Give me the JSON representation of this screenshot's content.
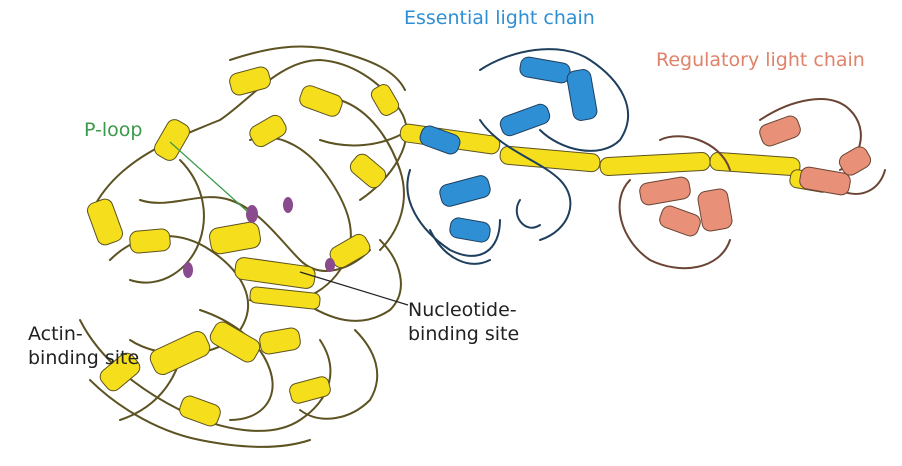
{
  "labels": {
    "essential_light_chain": "Essential light chain",
    "regulatory_light_chain": "Regulatory light chain",
    "p_loop": "P-loop",
    "nucleotide_binding_site": "Nucleotide-\nbinding site",
    "actin_binding_site": "Actin-\nbinding site"
  },
  "colors": {
    "heavy_chain_helix": "#f5de1c",
    "heavy_chain_coil": "#5c5222",
    "essential_chain": "#2e8fd4",
    "essential_coil": "#1f3f5e",
    "regulatory_chain": "#e89078",
    "regulatory_coil": "#6a4434",
    "p_loop_label": "#3a9a4a",
    "essential_label": "#2e8fd4",
    "regulatory_label": "#e0826a",
    "nucleotide": "#8a4a8e",
    "text": "#222222"
  },
  "icons": {
    "structure": "myosin-ribbon-structure"
  }
}
